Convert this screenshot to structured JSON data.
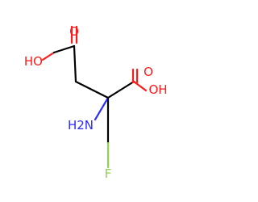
{
  "molecule": {
    "atoms": {
      "oh_top": "HO",
      "o_top": "O",
      "o_right": "O",
      "oh_right": "OH",
      "amine": "H2N",
      "fluorine": "F"
    },
    "colors": {
      "bond": "#000000",
      "oxygen": "#ff1a1a",
      "nitrogen": "#2a2aff",
      "fluorine": "#8fd24f"
    }
  }
}
